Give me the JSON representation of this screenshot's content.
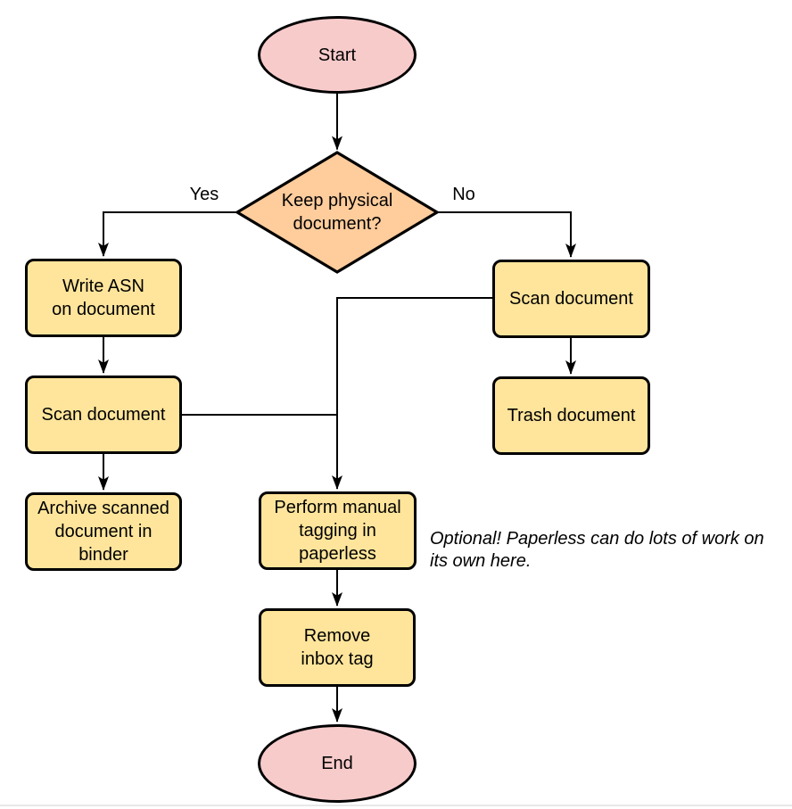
{
  "colors": {
    "background": "#FFFFFF",
    "pink": "#F8CBCB",
    "orange": "#FFCC9C",
    "yellow": "#FFE59B",
    "line": "#000000",
    "text": "#000000",
    "divider": "#E8E8E8"
  },
  "nodes": {
    "start": "Start",
    "decision": "Keep physical\ndocument?",
    "write_asn": "Write ASN\non document",
    "scan_left": "Scan document",
    "archive": "Archive scanned\ndocument in\nbinder",
    "scan_right": "Scan document",
    "trash": "Trash document",
    "tagging": "Perform manual\ntagging in\npaperless",
    "remove_inbox": "Remove\ninbox tag",
    "end": "End"
  },
  "edges": [
    {
      "from": "start",
      "to": "decision",
      "label": ""
    },
    {
      "from": "decision",
      "to": "write_asn",
      "label": "Yes"
    },
    {
      "from": "decision",
      "to": "scan_right",
      "label": "No"
    },
    {
      "from": "write_asn",
      "to": "scan_left",
      "label": ""
    },
    {
      "from": "scan_left",
      "to": "archive",
      "label": ""
    },
    {
      "from": "scan_right",
      "to": "trash",
      "label": ""
    },
    {
      "from": "scan_right",
      "to": "tagging",
      "label": ""
    },
    {
      "from": "scan_left",
      "to": "tagging",
      "label": ""
    },
    {
      "from": "tagging",
      "to": "remove_inbox",
      "label": ""
    },
    {
      "from": "remove_inbox",
      "to": "end",
      "label": ""
    }
  ],
  "note": "Optional! Paperless can do lots of work on\nits own here."
}
